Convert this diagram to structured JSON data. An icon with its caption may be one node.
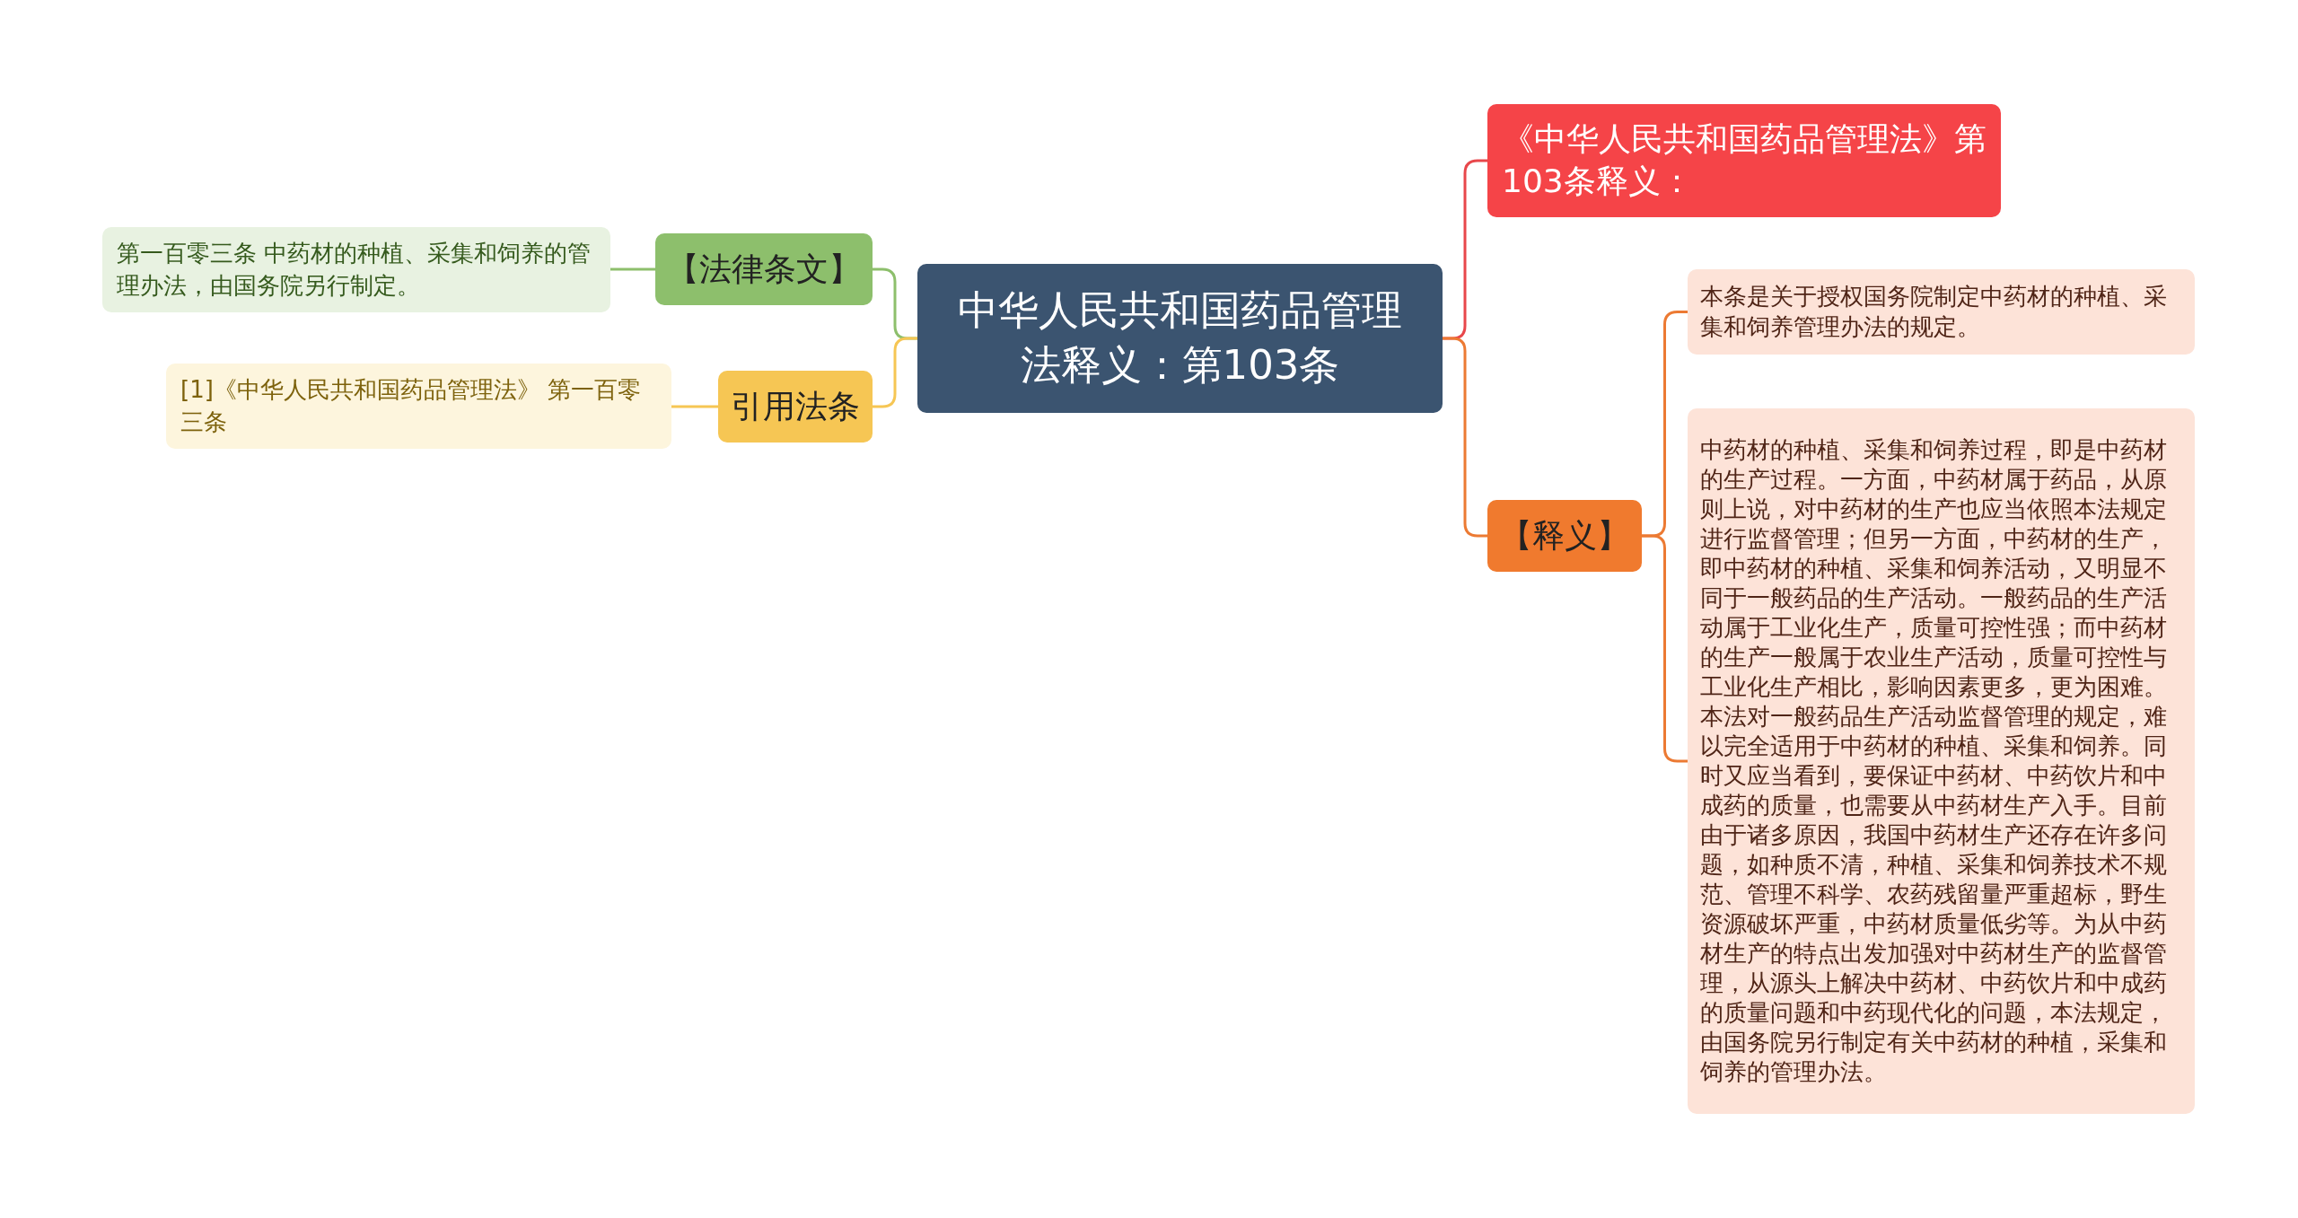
{
  "diagram": {
    "nodes": [
      {
        "text": [
          "中华人民共和国药品管理法释义：第103条"
        ]
      },
      {
        "text": [
          "【法律条文】"
        ]
      },
      {
        "text": [
          "第一百零三条 中药材的种植、采集和饲养的管理办法，由国务院另行制定。"
        ]
      },
      {
        "text": [
          "引用法条"
        ]
      },
      {
        "text": [
          "[1]《中华人民共和国药品管理法》 第一百零三条"
        ]
      },
      {
        "text": [
          "《中华人民共和国药品管理法》第103条释义："
        ]
      },
      {
        "text": [
          "【释义】"
        ]
      },
      {
        "text": [
          "本条是关于授权国务院制定中药材的种植、采集和饲养管理办法的规定。"
        ]
      },
      {
        "text": [
          "中药材的种植、采集和饲养过程，即是中药材的生产过程。一方面，中药材属于药品，从原则上说，对中药材的生产也应当依照本法规定进行监督管理；但另一方面，中药材的生产，即中药材的种植、采集和饲养活动，又明显不同于一般药品的生产活动。一般药品的生产活动属于工业化生产，质量可控性强；而中药材的生产一般属于农业生产活动，质量可控性与工业化生产相比，影响因素更多，更为困难。本法对一般药品生产活动监督管理的规定，难以完全适用于中药材的种植、采集和饲养。同时又应当看到，要保证中药材、中药饮片和中成药的质量，也需要从中药材生产入手。目前由于诸多原因，我国中药材生产还存在许多问题，如种质不清，种植、采集和饲养技术不规范、管理不科学、农药残留量严重超标，野生资源破坏严重，中药材质量低劣等。为从中药材生产的特点出发加强对中药材生产的监督管理，从源头上解决中药材、中药饮片和中成药的质量问题和中药现代化的问题，本法规定，由国务院另行制定有关中药材的种植，采集和饲养的管理办法。"
        ]
      }
    ],
    "edges": [
      {
        "from": 0,
        "to": 1,
        "arrow": "none",
        "color": "#8dbf6c"
      },
      {
        "from": 1,
        "to": 2,
        "arrow": "none",
        "color": "#8dbf6c"
      },
      {
        "from": 0,
        "to": 3,
        "arrow": "none",
        "color": "#f6c654"
      },
      {
        "from": 3,
        "to": 4,
        "arrow": "none",
        "color": "#f6c654"
      },
      {
        "from": 0,
        "to": 5,
        "arrow": "none",
        "color": "#e8474b"
      },
      {
        "from": 0,
        "to": 6,
        "arrow": "none",
        "color": "#ec7a33"
      },
      {
        "from": 6,
        "to": 7,
        "arrow": "none",
        "color": "#ec7a33"
      },
      {
        "from": 6,
        "to": 8,
        "arrow": "none",
        "color": "#ec7a33"
      }
    ]
  }
}
